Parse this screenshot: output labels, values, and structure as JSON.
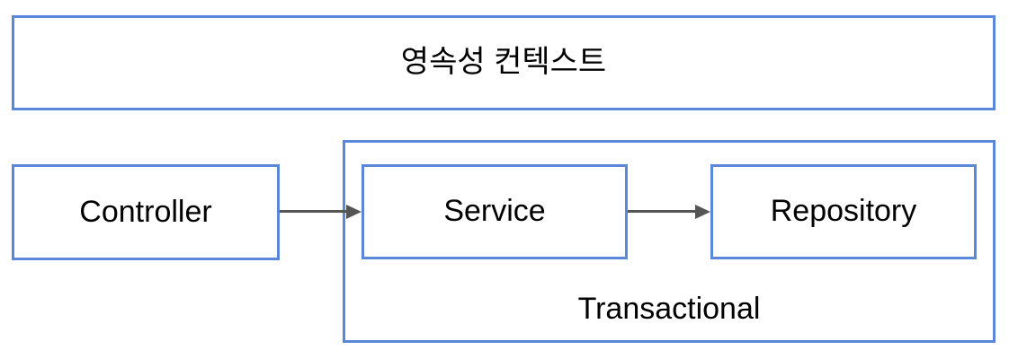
{
  "diagram": {
    "persistence_context": {
      "label": "영속성 컨텍스트"
    },
    "controller": {
      "label": "Controller"
    },
    "transactional": {
      "label": "Transactional"
    },
    "service": {
      "label": "Service"
    },
    "repository": {
      "label": "Repository"
    },
    "arrows": [
      {
        "from": "Controller",
        "to": "Service"
      },
      {
        "from": "Service",
        "to": "Repository"
      }
    ],
    "colors": {
      "box_border": "#5b87d9",
      "arrow": "#555555",
      "text": "#000000",
      "background": "#ffffff"
    }
  }
}
